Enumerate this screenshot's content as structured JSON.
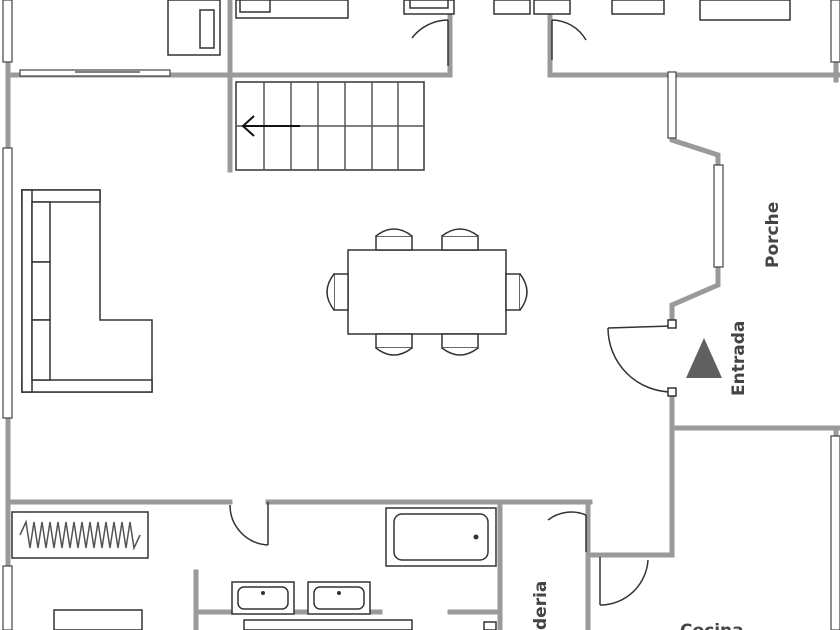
{
  "labels": {
    "porch": "Porche",
    "entrance": "Entrada",
    "laundry": "deria",
    "kitchen": "Cocina"
  },
  "colors": {
    "wall": "#9a9a9a",
    "line": "#333333",
    "background": "#ffffff",
    "entrance_marker": "#606060"
  },
  "icons": {
    "stairs_direction": "arrow-left-icon",
    "entrance_marker": "triangle-icon"
  }
}
